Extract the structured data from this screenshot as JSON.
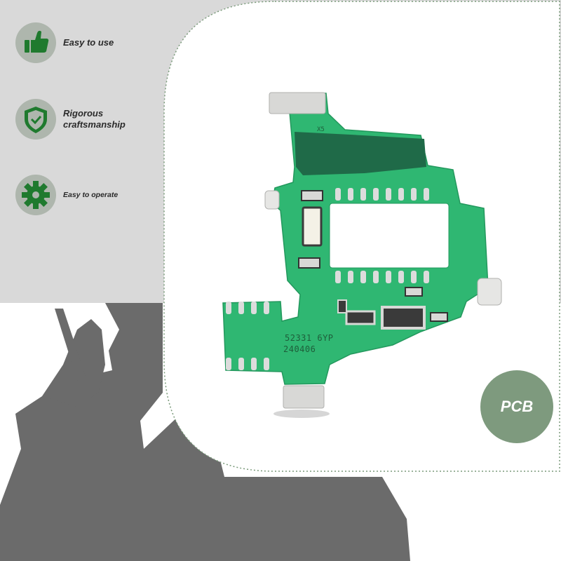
{
  "features": [
    {
      "label": "Easy to use",
      "icon": "thumbs-up-icon"
    },
    {
      "label": "Rigorous craftsmanship",
      "label_line1": "Rigorous",
      "label_line2": "craftsmanship",
      "icon": "shield-check-icon"
    },
    {
      "label": "Easy to operate",
      "icon": "gear-icon"
    }
  ],
  "badge": {
    "label": "PCB"
  },
  "board": {
    "marking": "X5",
    "code_line1": "52331 6YP",
    "code_line2": "240406"
  },
  "colors": {
    "panel_gray": "#d9d9d9",
    "icon_green": "#1f7a2e",
    "badge_green": "#7e9a7e",
    "pcb_green": "#2fb772",
    "silhouette": "#6b6b6b"
  }
}
